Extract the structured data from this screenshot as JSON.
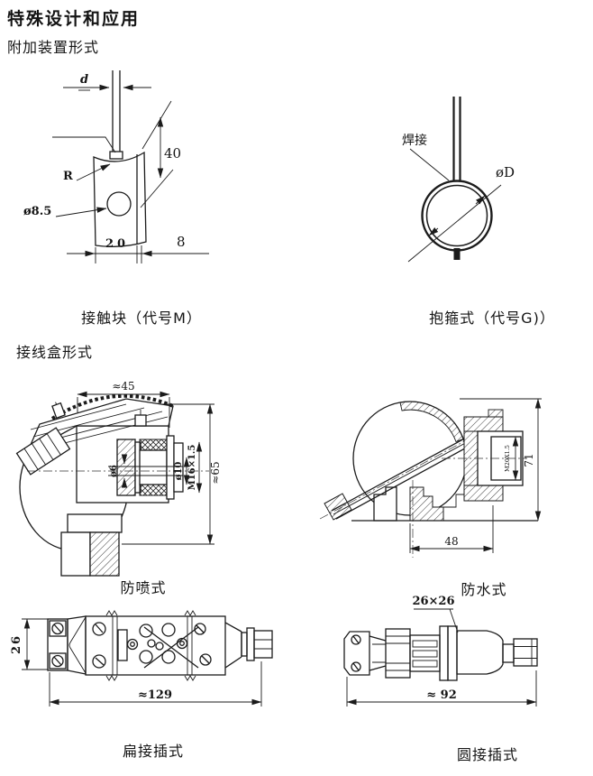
{
  "header": {
    "title": "特殊设计和应用",
    "section_attachment": "附加装置形式",
    "section_junction_box": "接线盒形式"
  },
  "contact_block": {
    "caption": "接触块（代号M）",
    "dim_d": "d",
    "dim_height": "40",
    "label_radius": "R",
    "label_hole": "ø8.5",
    "dim_width": "20",
    "dim_offset": "8"
  },
  "clamp": {
    "caption": "抱箍式（代号G)）",
    "label_weld": "焊接",
    "label_diameter": "øD"
  },
  "splash_proof": {
    "caption": "防喷式",
    "dim_width": "≈45",
    "dim_height": "≈65",
    "label_probe": "ø6",
    "label_bore": "ø10",
    "label_thread": "M16×1.5"
  },
  "waterproof": {
    "caption": "防水式",
    "label_thread": "M20X1.5",
    "dim_height": "71",
    "dim_width": "48"
  },
  "flat_plug": {
    "caption": "扁接插式",
    "dim_height": "26",
    "dim_length": "≈129"
  },
  "round_plug": {
    "caption": "圆接插式",
    "label_square": "26×26",
    "dim_length": "≈ 92"
  }
}
